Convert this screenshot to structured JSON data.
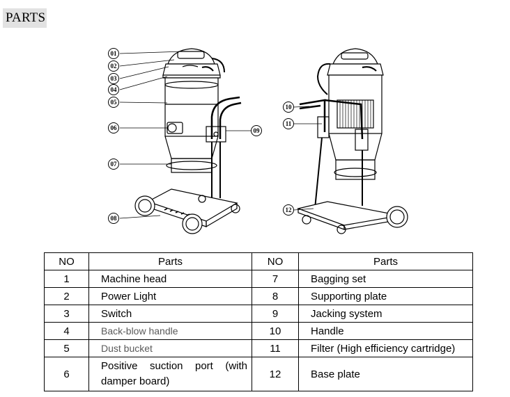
{
  "header": {
    "title": "PARTS"
  },
  "callouts": {
    "left": [
      "01",
      "02",
      "03",
      "04",
      "05",
      "06",
      "07",
      "08",
      "09"
    ],
    "right": [
      "10",
      "11",
      "12"
    ]
  },
  "table": {
    "headers": [
      "NO",
      "Parts",
      "NO",
      "Parts"
    ],
    "rows": [
      {
        "no1": "1",
        "part1": "Machine head",
        "no2": "7",
        "part2": "Bagging set"
      },
      {
        "no1": "2",
        "part1": "Power Light",
        "no2": "8",
        "part2": "Supporting plate"
      },
      {
        "no1": "3",
        "part1": "Switch",
        "no2": "9",
        "part2": "Jacking system"
      },
      {
        "no1": "4",
        "part1": "Back-blow handle",
        "no2": "10",
        "part2": "Handle"
      },
      {
        "no1": "5",
        "part1": "Dust bucket",
        "no2": "11",
        "part2": "Filter (High efficiency cartridge)"
      },
      {
        "no1": "6",
        "part1": "Positive suction port (with damper board)",
        "no2": "12",
        "part2": "Base plate"
      }
    ]
  }
}
